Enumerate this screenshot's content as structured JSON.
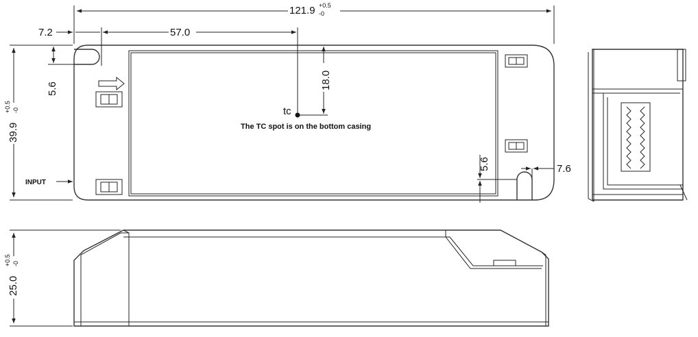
{
  "dimensions": {
    "overall_length": {
      "value": "121.9",
      "tol_plus": "+0.5",
      "tol_minus": "-0"
    },
    "slot_offset_left": "7.2",
    "tc_offset_x": "57.0",
    "tc_offset_y": "18.0",
    "slot_depth_left": "5.6",
    "overall_width": {
      "value": "39.9",
      "tol_plus": "+0.5",
      "tol_minus": "-0"
    },
    "slot_depth_right": "5.6",
    "slot_offset_right": "7.6",
    "overall_height": {
      "value": "25.0",
      "tol_plus": "+0.5",
      "tol_minus": "-0"
    }
  },
  "labels": {
    "tc_marker": "tc",
    "tc_note": "The TC spot is on the bottom casing",
    "input_label": "INPUT"
  }
}
